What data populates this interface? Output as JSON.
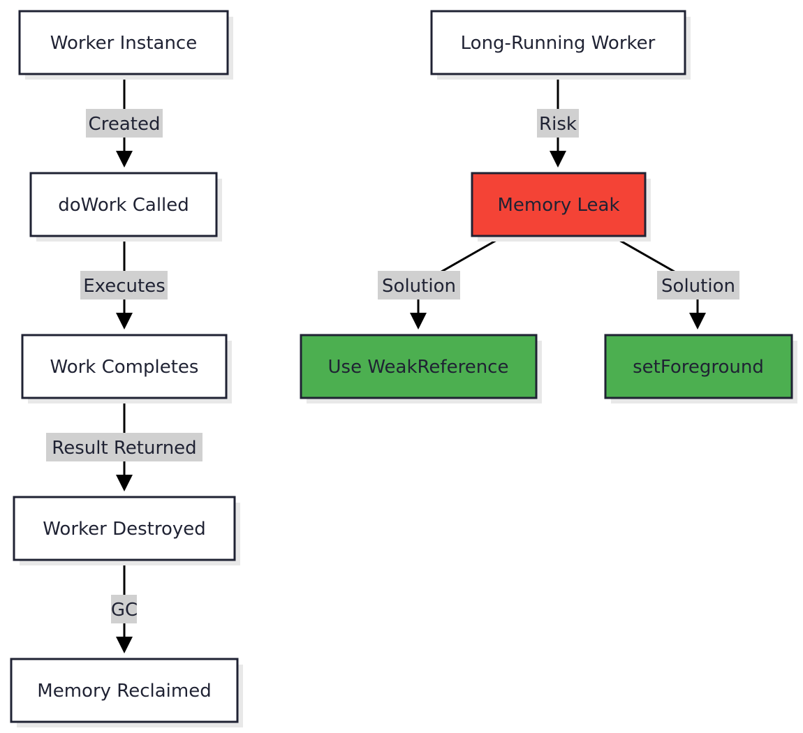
{
  "colors": {
    "node_fill": "#ffffff",
    "node_stroke": "#1f2233",
    "node_shadow": "#e8e8e8",
    "edge_label_bg": "#d0d0d0",
    "edge_stroke": "#000000",
    "danger_fill": "#f44336",
    "success_fill": "#4caf50",
    "text": "#1f2233"
  },
  "nodes": {
    "worker_instance": "Worker Instance",
    "dowork_called": "doWork Called",
    "work_completes": "Work Completes",
    "worker_destroyed": "Worker Destroyed",
    "memory_reclaimed": "Memory Reclaimed",
    "long_running_worker": "Long-Running Worker",
    "memory_leak": "Memory Leak",
    "use_weak_reference": "Use WeakReference",
    "set_foreground": "setForeground"
  },
  "edges": {
    "created": "Created",
    "executes": "Executes",
    "result_returned": "Result Returned",
    "gc": "GC",
    "risk": "Risk",
    "solution_left": "Solution",
    "solution_right": "Solution"
  }
}
